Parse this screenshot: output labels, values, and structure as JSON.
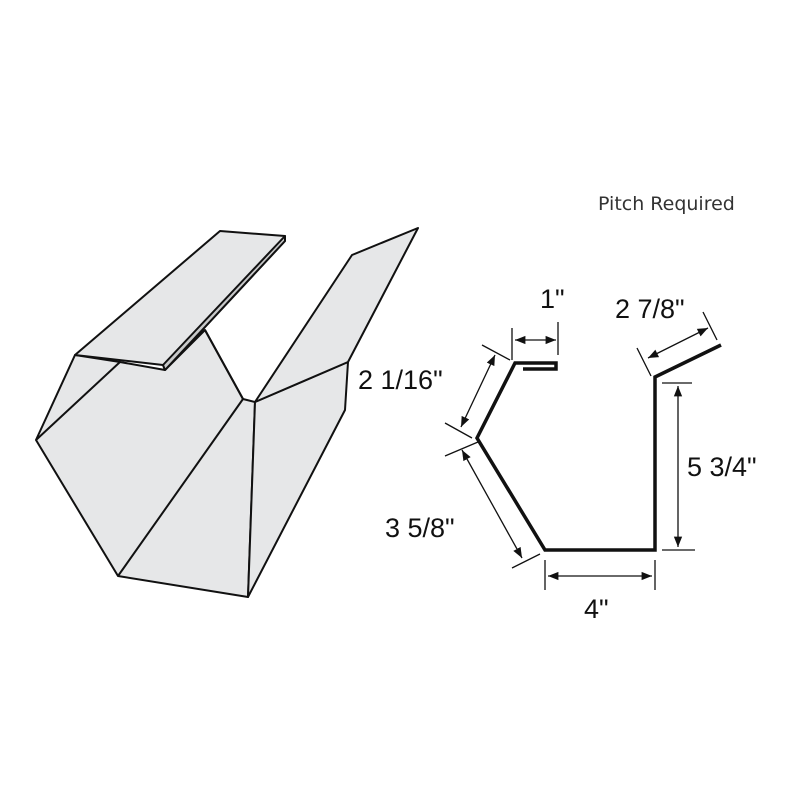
{
  "title_note": "Pitch Required",
  "dimensions": {
    "hem": "1\"",
    "upper_face": "2 1/16\"",
    "lower_face": "3 5/8\"",
    "bottom": "4\"",
    "back": "5 3/4\"",
    "back_flange": "2 7/8\""
  },
  "colors": {
    "fill": "#e6e7e8",
    "stroke": "#111111"
  }
}
